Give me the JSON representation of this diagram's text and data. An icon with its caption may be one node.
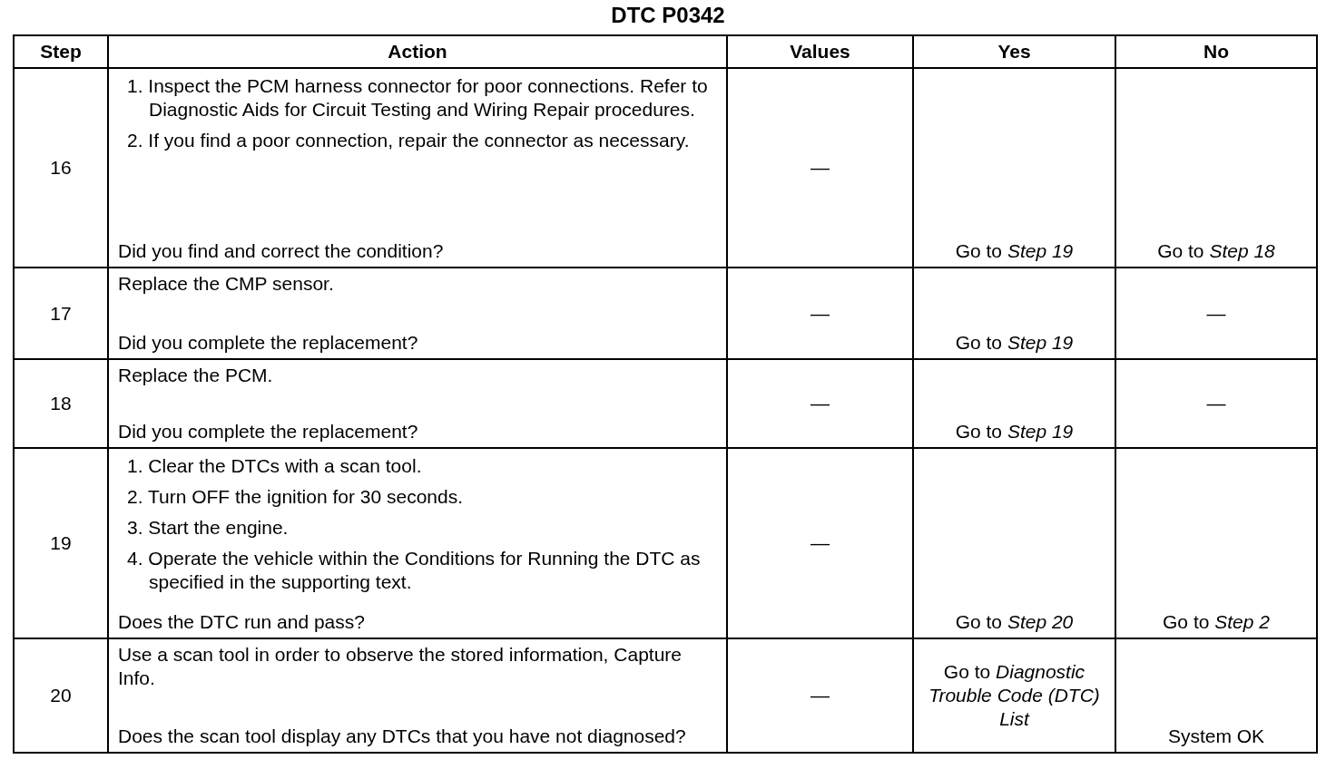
{
  "diagram": {
    "title": "DTC P0342",
    "labels": [
      "Step",
      "Action",
      "Values",
      "Yes",
      "No",
      "16",
      "1. Inspect the PCM harness connector for poor connections. Refer to Diagnostic Aids for Circuit Testing and Wiring Repair procedures.",
      "2. If you find a poor connection, repair the connector as necessary.",
      "Did you find and correct the condition?",
      "—",
      "Go to *Step 19*",
      "Go to *Step 18*",
      "17",
      "Replace the CMP sensor.",
      "Did you complete the replacement?",
      "—",
      "Go to *Step 19*",
      "—",
      "18",
      "Replace the PCM.",
      "Did you complete the replacement?",
      "—",
      "Go to *Step 19*",
      "—",
      "19",
      "1. Clear the DTCs with a scan tool.",
      "2. Turn OFF the ignition for 30 seconds.",
      "3. Start the engine.",
      "4. Operate the vehicle within the Conditions for Running the DTC as specified in the supporting text.",
      "Does the DTC run and pass?",
      "—",
      "Go to *Step 20*",
      "Go to *Step 2*",
      "20",
      "Use a scan tool in order to observe the stored information, Capture Info.",
      "Does the scan tool display any DTCs that you have not diagnosed?",
      "—",
      "Go to *Diagnostic Trouble Code (DTC) List*",
      "System OK"
    ]
  }
}
